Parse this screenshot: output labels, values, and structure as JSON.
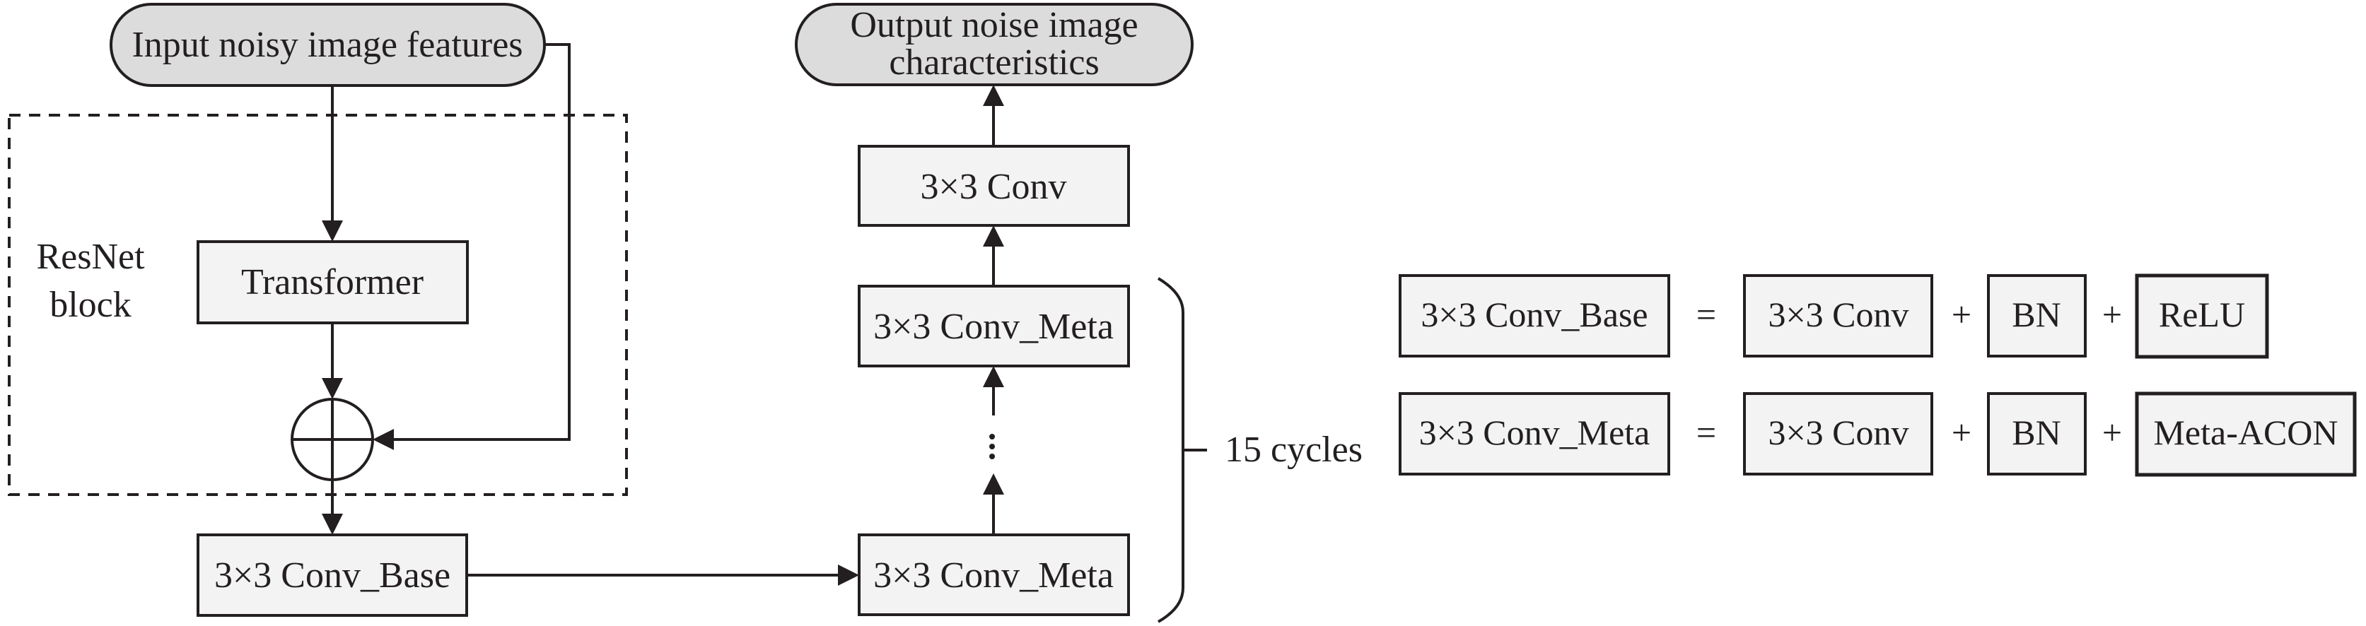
{
  "diagram": {
    "input_node": "Input noisy image features",
    "output_node": {
      "line1": "Output noise image",
      "line2": "characteristics"
    },
    "resnet_block": {
      "label_line1": "ResNet",
      "label_line2": "block",
      "transformer": "Transformer",
      "add_symbol": "plus-circle"
    },
    "conv_base": "3×3 Conv_Base",
    "conv_meta_first": "3×3 Conv_Meta",
    "conv_meta_last": "3×3 Conv_Meta",
    "ellipsis": "⋮",
    "conv_final": "3×3 Conv",
    "repeat_label": "15 cycles"
  },
  "legend": {
    "rows": [
      {
        "lhs": "3×3 Conv_Base",
        "equals": "=",
        "parts": [
          "3×3 Conv",
          "BN",
          "ReLU"
        ],
        "plus": "+"
      },
      {
        "lhs": "3×3 Conv_Meta",
        "equals": "=",
        "parts": [
          "3×3 Conv",
          "BN",
          "Meta-ACON"
        ],
        "plus": "+"
      }
    ]
  },
  "colors": {
    "stroke": "#231f20",
    "box_fill": "#f3f3f3",
    "terminal_fill": "#dcdcdc"
  }
}
